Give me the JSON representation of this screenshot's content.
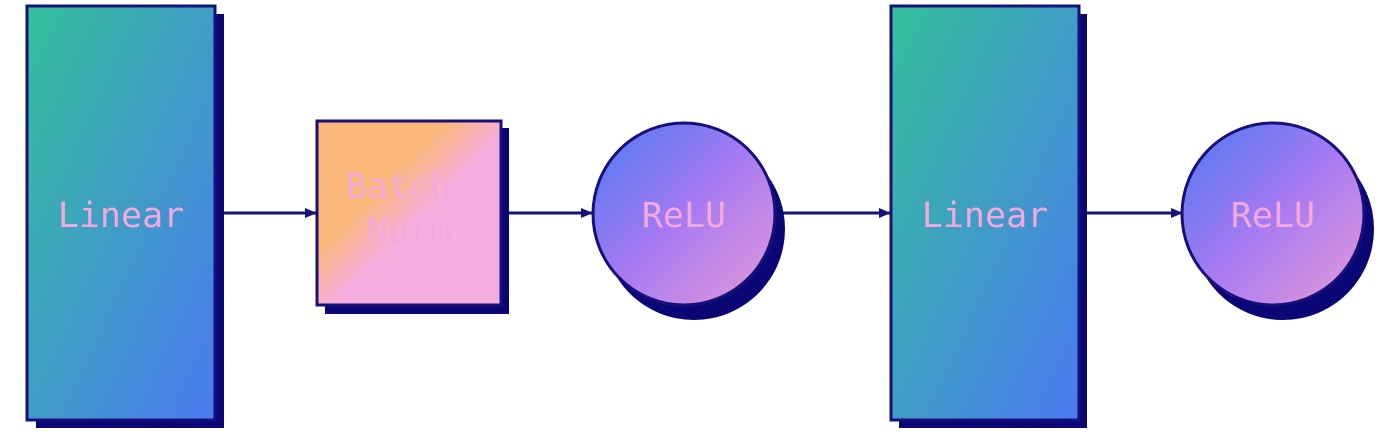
{
  "diagram": {
    "nodes": [
      {
        "id": "linear-1",
        "label_lines": [
          "Linear"
        ]
      },
      {
        "id": "batchnorm",
        "label_lines": [
          "Batch",
          "Norm"
        ]
      },
      {
        "id": "relu-1",
        "label_lines": [
          "ReLU"
        ]
      },
      {
        "id": "linear-2",
        "label_lines": [
          "Linear"
        ]
      },
      {
        "id": "relu-2",
        "label_lines": [
          "ReLU"
        ]
      }
    ],
    "edges": [
      {
        "from": "linear-1",
        "to": "batchnorm"
      },
      {
        "from": "batchnorm",
        "to": "relu-1"
      },
      {
        "from": "relu-1",
        "to": "linear-2"
      },
      {
        "from": "linear-2",
        "to": "relu-2"
      }
    ]
  },
  "colors": {
    "outline": "#16107a",
    "shadow": "#0a0675",
    "linear_gradient_start": "#34c09a",
    "linear_gradient_end": "#4b7af2",
    "batchnorm_gradient_start": "#fcb878",
    "batchnorm_gradient_end": "#f6aee0",
    "relu_gradient_start": "#4b7af2",
    "relu_gradient_mid": "#a77af2",
    "relu_gradient_end": "#e59ad8",
    "label_text": "#f3a9dc"
  }
}
